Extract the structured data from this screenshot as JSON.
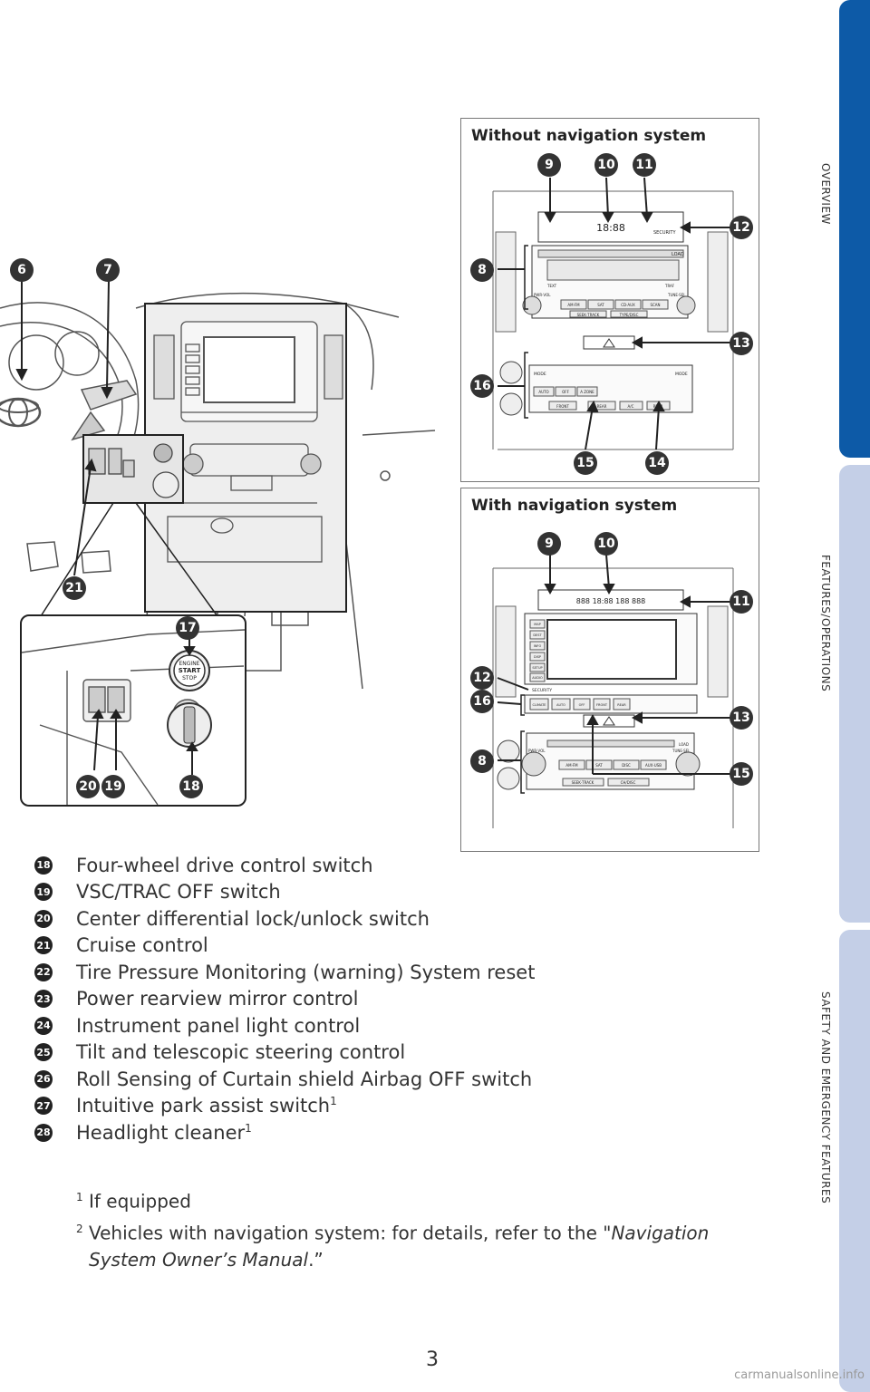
{
  "sidebar": {
    "tabs": [
      {
        "label": "OVERVIEW"
      },
      {
        "label": "FEATURES/OPERATIONS"
      },
      {
        "label": "SAFETY AND EMERGENCY FEATURES"
      }
    ]
  },
  "panels": {
    "without_nav": {
      "title": "Without navigation system",
      "callouts": [
        "9",
        "10",
        "11",
        "12",
        "8",
        "13",
        "16",
        "15",
        "14"
      ],
      "labels": {
        "security": "SECURITY",
        "load": "LOAD",
        "pwr_vol": "PWR·VOL",
        "tune_sel": "TUNE·SEL",
        "am_fm": "AM·FM",
        "sat": "SAT",
        "cd_aux": "CD·AUX",
        "scan": "SCAN",
        "seek_track": "SEEK·TRACK",
        "type_disc": "TYPE/DISC",
        "text": "TEXT",
        "traf": "TRAF",
        "mode": "MODE",
        "auto": "AUTO",
        "off": "OFF",
        "a_zone": "A ZONE",
        "front": "FRONT",
        "rear": "REAR",
        "ac": "A/C",
        "display": "18:88"
      }
    },
    "with_nav": {
      "title": "With navigation system",
      "callouts": [
        "9",
        "10",
        "11",
        "12",
        "16",
        "13",
        "8",
        "15"
      ],
      "labels": {
        "security": "SECURITY",
        "climate": "CLIMATE",
        "auto": "AUTO",
        "off": "OFF",
        "front": "FRONT",
        "rear": "REAR",
        "am_fm": "AM·FM",
        "sat": "SAT",
        "disc": "DISC",
        "aux_usb": "AUX·USB",
        "seek_track": "SEEK·TRACK",
        "ch_disc": "CH/DISC",
        "pwr_vol": "PWR·VOL",
        "tune_sel": "TUNE·SEL",
        "load": "LOAD",
        "display": "888  18:88  188  888",
        "menu": [
          "MAP",
          "DEST",
          "INFO",
          "DISP",
          "SETUP",
          "AUDIO"
        ]
      }
    },
    "dash": {
      "callouts": [
        "6",
        "7",
        "21"
      ],
      "inset_callouts": [
        "17",
        "18",
        "19",
        "20"
      ],
      "engine_button": [
        "ENGINE",
        "START",
        "STOP"
      ]
    }
  },
  "legend": [
    {
      "badge": "18",
      "text": "Four-wheel drive control switch",
      "sup": ""
    },
    {
      "badge": "19",
      "text": "VSC/TRAC OFF switch",
      "sup": ""
    },
    {
      "badge": "20",
      "text": "Center differential lock/unlock switch",
      "sup": ""
    },
    {
      "badge": "21",
      "text": "Cruise control",
      "sup": ""
    },
    {
      "badge": "22",
      "text": "Tire Pressure Monitoring (warning) System reset",
      "sup": ""
    },
    {
      "badge": "23",
      "text": "Power rearview mirror control",
      "sup": ""
    },
    {
      "badge": "24",
      "text": "Instrument panel light control",
      "sup": ""
    },
    {
      "badge": "25",
      "text": "Tilt and telescopic steering control",
      "sup": ""
    },
    {
      "badge": "26",
      "text": "Roll Sensing of Curtain shield Airbag OFF switch",
      "sup": ""
    },
    {
      "badge": "27",
      "text": "Intuitive park assist switch",
      "sup": "1"
    },
    {
      "badge": "28",
      "text": "Headlight cleaner",
      "sup": "1"
    }
  ],
  "footnotes": {
    "note1_sup": "1",
    "note1": "If equipped",
    "note2_sup": "2",
    "note2_prefix": "Vehicles with navigation system: for details, refer to the \"",
    "note2_italic_a": "Navigation",
    "note2_italic_b": "System Owner’s Manual",
    "note2_suffix": ".”"
  },
  "page_number": "3",
  "watermark": "carmanualsonline.info"
}
